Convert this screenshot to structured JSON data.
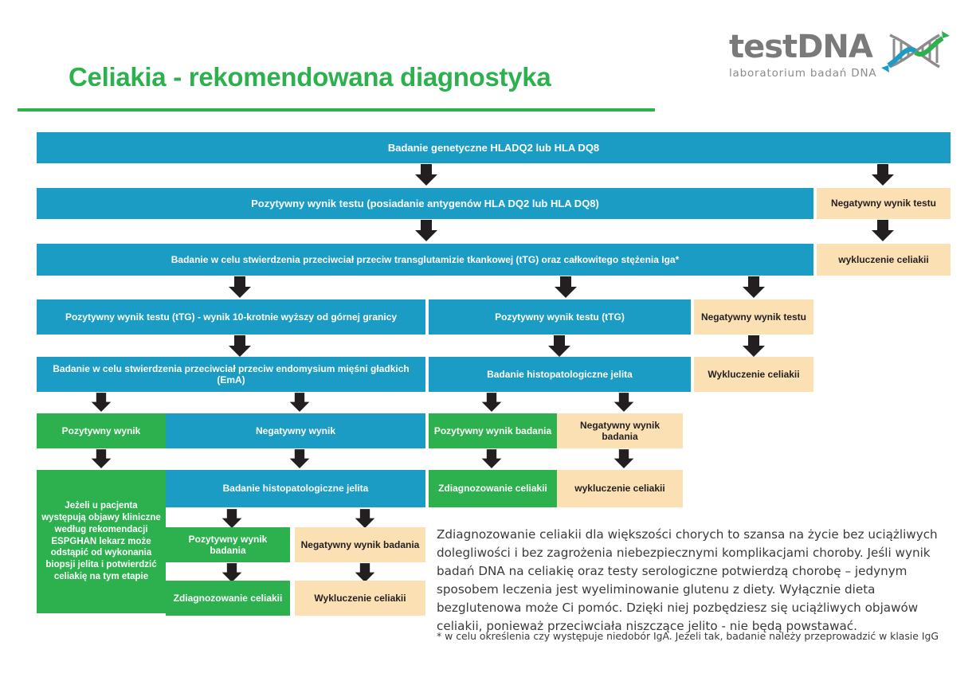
{
  "header": {
    "title": "Celiakia - rekomendowana diagnostyka",
    "logo": {
      "word_test": "test",
      "word_dna": "DNA",
      "tagline": "laboratorium badań DNA",
      "icon": "dna-helix-icon"
    },
    "accent_green": "#2CB14E"
  },
  "colors": {
    "blue": "#1A9CC4",
    "green": "#2CB14E",
    "tan": "#FBE0B4",
    "text_dark": "#231F20",
    "white": "#FFFFFF"
  },
  "flow": {
    "r1_genetic_test": "Badanie genetyczne HLADQ2 lub HLA DQ8",
    "r2_positive": "Pozytywny wynik testu (posiadanie antygenów HLA DQ2 lub HLA DQ8)",
    "r2_negative": "Negatywny wynik testu",
    "r3_ttg_test": "Badanie w celu stwierdzenia przeciwciał przeciw transglutamizie tkankowej (tTG) oraz całkowitego stężenia Iga*",
    "r3_exclusion": "wykluczenie celiakii",
    "r4_ttg_pos_10x": "Pozytywny wynik testu (tTG) - wynik 10-krotnie wyższy od górnej granicy",
    "r4_ttg_pos": "Pozytywny wynik testu (tTG)",
    "r4_negative": "Negatywny wynik testu",
    "r5_ema_test": "Badanie w celu stwierdzenia przeciwciał przeciw endomysium mięśni gładkich (EmA)",
    "r5_histo": "Badanie histopatologiczne jelita",
    "r5_exclusion": "Wykluczenie celiakii",
    "r6_positive": "Pozytywny wynik",
    "r6_negative": "Negatywny wynik",
    "r6_positive_badania": "Pozytywny wynik badania",
    "r6_negative_badania": "Negatywny wynik badania",
    "r7_espghan": "Jeżeli u pacjenta występują objawy kliniczne według rekomendacji ESPGHAN lekarz może odstąpić od wykonania biopsji jelita i potwierdzić celiakię na tym etapie",
    "r7_histo": "Badanie histopatologiczne jelita",
    "r7_diagnosis": "Zdiagnozowanie celiakii",
    "r7_exclusion": "wykluczenie celiakii",
    "r8_positive_badania": "Pozytywny wynik badania",
    "r8_negative_badania": "Negatywny wynik badania",
    "r9_diagnosis": "Zdiagnozowanie celiakii",
    "r9_exclusion": "Wykluczenie celiakii"
  },
  "text": {
    "paragraph": "Zdiagnozowanie celiakii dla większości chorych to szansa na życie bez uciążliwych dolegliwości i bez zagrożenia niebezpiecznymi komplikacjami choroby. Jeśli wynik badań DNA na celiakię oraz testy serologiczne potwierdzą chorobę – jedynym sposobem leczenia jest wyeliminowanie glutenu z diety. Wyłącznie dieta bezglutenowa może Ci pomóc. Dzięki niej pozbędziesz się uciążliwych objawów celiakii, ponieważ przeciwciała niszczące jelito - nie będą powstawać.",
    "footnote": "* w celu określenia czy występuje niedobór IgA. Jeżeli tak, badanie należy przeprowadzić w klasie IgG"
  }
}
